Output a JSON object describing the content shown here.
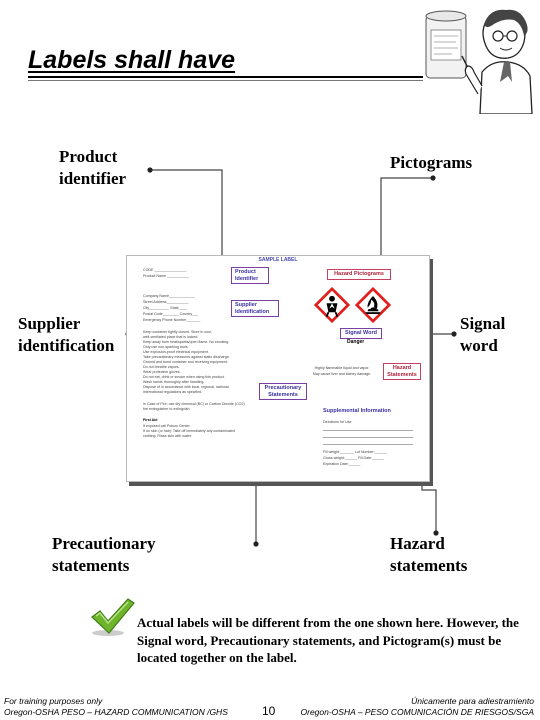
{
  "slide": {
    "title": "Labels shall have",
    "page_number": "10"
  },
  "callouts": {
    "product_identifier": "Product identifier",
    "pictograms": "Pictograms",
    "supplier_identification": "Supplier identification",
    "signal_word": "Signal word",
    "precautionary_statements": "Precautionary statements",
    "hazard_statements": "Hazard statements"
  },
  "sample_label": {
    "title": "SAMPLE LABEL",
    "tags": {
      "product_identifier": "Product Identifier",
      "hazard_pictograms": "Hazard Pictograms",
      "supplier_identification": "Supplier Identification",
      "signal_word": "Signal Word",
      "precautionary_statements": "Precautionary Statements",
      "hazard_statements": "Hazard Statements",
      "supplemental_information": "Supplemental Information"
    },
    "signal_word_value": "Danger",
    "product_fields": [
      "CODE ________________",
      "Product Name ___________"
    ],
    "supplier_fields": [
      "Company Name_____________",
      "Street Address___________",
      "City__________ State____",
      "Postal Code________ Country___",
      "Emergency Phone Number_______"
    ],
    "hazard_text": [
      "Highly flammable liquid and vapor.",
      "May cause liver and kidney damage."
    ],
    "supplemental_lines": [
      "Directions for Use",
      "",
      "",
      "",
      "Fill weight:_______ Lot Number:______",
      "Gross weight:______ Fill Date:______",
      "Expiration Date:______"
    ],
    "precaution_lines": [
      "Keep container tightly closed. Store in cool,",
      "well-ventilated place that is locked.",
      "Keep away from heat/sparks/open flame. No smoking.",
      "Only use non-sparking tools.",
      "Use explosion-proof electrical equipment.",
      "Take precautionary measures against static discharge.",
      "Ground and bond container and receiving equipment.",
      "Do not breathe vapors.",
      "Wear protective gloves.",
      "Do not eat, drink or smoke when using this product.",
      "Wash hands thoroughly after handling.",
      "Dispose of in accordance with local, regional, national,",
      "international regulations as specified.",
      "",
      "In Case of Fire: use dry chemical (BC) or Carbon Dioxide (CO2)",
      "fire extinguisher to extinguish.",
      "",
      "First Aid",
      "If exposed call Poison Center.",
      "If on skin (or hair): Take off immediately any contaminated",
      "clothing. Rinse skin with water."
    ]
  },
  "note": "Actual labels will be different from the one shown here. However, the Signal word, Precautionary statements, and Pictogram(s) must be located together on the label.",
  "footer": {
    "left_line1": "For training purposes only",
    "left_line2": "Oregon-OSHA PESO – HAZARD COMMUNICATION /GHS",
    "right_line1": "Únicamente para adiestramiento",
    "right_line2": "Oregon-OSHA – PESO COMUNICACIÓN DE RIESGOS/SGA"
  },
  "colors": {
    "tag_border": "#7a3fa3",
    "tag_text": "#3a2fa0",
    "hazard_tag": "#c54060",
    "pictogram_red": "#e0201c",
    "check_green": "#6fb52c"
  },
  "icons": [
    "professor-illustration",
    "health-hazard-icon",
    "flame-icon",
    "checkmark-icon"
  ]
}
